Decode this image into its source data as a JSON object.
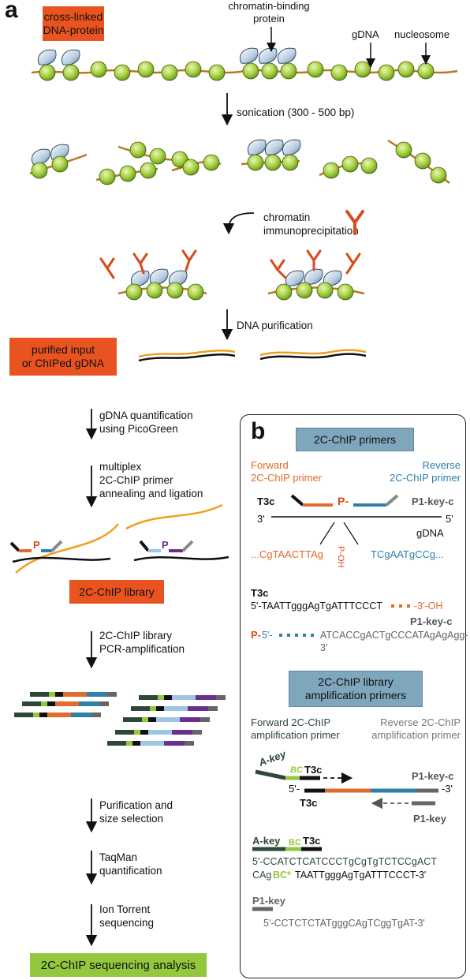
{
  "panel_a": {
    "letter": "a",
    "crosslinked_label": "cross-linked\nDNA-protein",
    "chromatin_binding_protein": "chromatin-binding\nprotein",
    "gdna": "gDNA",
    "nucleosome": "nucleosome",
    "sonication": "sonication (300 - 500 bp)",
    "chromatin_ip": "chromatin\nimmunoprecipitation",
    "dna_purification": "DNA purification",
    "purified_input": "purified input\nor ChIPed gDNA",
    "gdna_quant": "gDNA quantification\nusing PicoGreen",
    "multiplex": "multiplex\n2C-ChIP primer\nannealing and ligation",
    "p_label": "P",
    "library": "2C-ChIP library",
    "pcr": "2C-ChIP library\nPCR-amplification",
    "purification_size": "Purification and\nsize selection",
    "taqman": "TaqMan\nquantification",
    "ion_torrent": "Ion Torrent\nsequencing",
    "analysis": "2C-ChIP sequencing analysis"
  },
  "panel_b": {
    "letter": "b",
    "primers_title": "2C-ChIP primers",
    "forward_primer": "Forward\n2C-ChIP primer",
    "reverse_primer": "Reverse\n2C-ChIP primer",
    "t3c": "T3c",
    "p1keyc": "P1-key-c",
    "p_mark": "P-",
    "three_prime": "3'",
    "five_prime": "5'",
    "gdna": "gDNA",
    "junction_left": "...CgTAACTTAg",
    "junction_right": "TCgAATgCCg...",
    "p_oh": "P-OH",
    "seq_t3c_label": "T3c",
    "seq_t3c": "5'-TAATTgggAgTgATTTCCCT",
    "seq_t3c_end": "-3'-OH",
    "seq_p1_label": "P1-key-c",
    "seq_p1_prefix": "P-",
    "seq_p1_5": "5'-",
    "seq_p1": "ATCACCgACTgCCCATAgAgAgg-3'",
    "amp_title": "2C-ChIP library\namplification primers",
    "fwd_amp": "Forward 2C-ChIP\namplification primer",
    "rev_amp": "Reverse 2C-ChIP\namplification primer",
    "akey": "A-key",
    "bc": "BC",
    "t3c_2": "T3c",
    "p1keyc_2": "P1-key-c",
    "five_2": "5'-",
    "three_2": "-3'",
    "t3c_3": "T3c",
    "p1key": "P1-key",
    "seq_akey": "A-key",
    "seq_bc": "BC",
    "seq_t3c_2": "T3c",
    "seq_a_line1": "5'-CCATCTCATCCCTgCgTgTCTCCgACT",
    "seq_a_line2a": "CAg",
    "seq_a_line2b": "BC*",
    "seq_a_line2c": "TAATTgggAgTgATTTCCCT-3'",
    "seq_p1key_label": "P1-key",
    "seq_p1key": "5'-CCTCTCTATgggCAgTCggTgAT-3'"
  },
  "colors": {
    "orange_box": "#e8531f",
    "green_box": "#93c83e",
    "blue_box": "#7ea6bd",
    "nucleosome": "#a6d13f",
    "antibody": "#d84a1f",
    "forward_orange": "#e06b2a",
    "reverse_blue": "#2f7fa8",
    "grey": "#777777"
  }
}
